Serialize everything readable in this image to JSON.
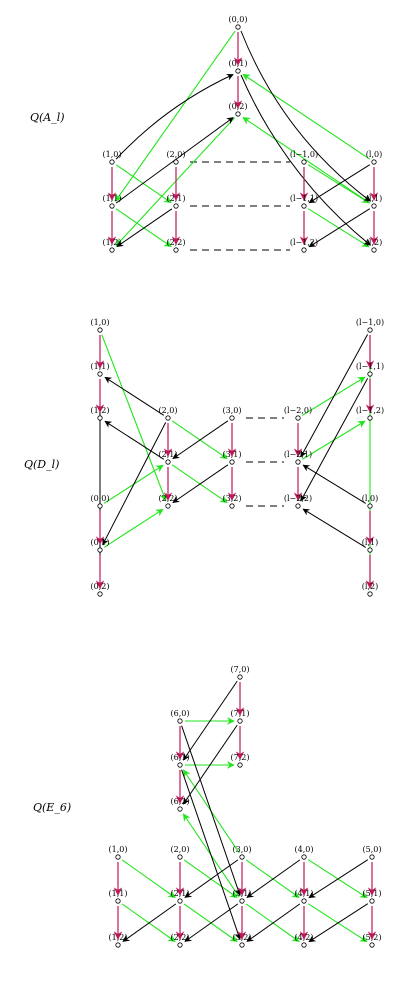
{
  "colors": {
    "vertical": "#c2185b",
    "green": "#22e61c",
    "black": "#000000",
    "dashed": "#000000"
  },
  "quivers": [
    {
      "id": "A",
      "title": "Q(A_l)",
      "nodes": [
        {
          "id": "00",
          "label": "(0,0)"
        },
        {
          "id": "01",
          "label": "(0,1)"
        },
        {
          "id": "02",
          "label": "(0,2)"
        },
        {
          "id": "10",
          "label": "(1,0)"
        },
        {
          "id": "11",
          "label": "(1,1)"
        },
        {
          "id": "12",
          "label": "(1,2)"
        },
        {
          "id": "20",
          "label": "(2,0)"
        },
        {
          "id": "21",
          "label": "(2,1)"
        },
        {
          "id": "22",
          "label": "(2,2)"
        },
        {
          "id": "m0",
          "label": "(l−1,0)"
        },
        {
          "id": "m1",
          "label": "(l−1,1)"
        },
        {
          "id": "m2",
          "label": "(l−1,2)"
        },
        {
          "id": "l0",
          "label": "(l,0)"
        },
        {
          "id": "l1",
          "label": "(l,1)"
        },
        {
          "id": "l2",
          "label": "(l,2)"
        }
      ],
      "vertical": [
        [
          "00",
          "01"
        ],
        [
          "01",
          "02"
        ],
        [
          "10",
          "11"
        ],
        [
          "11",
          "12"
        ],
        [
          "20",
          "21"
        ],
        [
          "21",
          "22"
        ],
        [
          "m0",
          "m1"
        ],
        [
          "m1",
          "m2"
        ],
        [
          "l0",
          "l1"
        ],
        [
          "l1",
          "l2"
        ]
      ],
      "green": [
        [
          "00",
          "11"
        ],
        [
          "02",
          "12"
        ],
        [
          "10",
          "21"
        ],
        [
          "11",
          "22"
        ],
        [
          "l0",
          "01"
        ],
        [
          "l1",
          "02"
        ],
        [
          "m0",
          "l1"
        ],
        [
          "m1",
          "l2"
        ]
      ],
      "black": [
        [
          "10",
          "01"
        ],
        [
          "11",
          "02"
        ],
        [
          "21",
          "12"
        ],
        [
          "00",
          "l1"
        ],
        [
          "01",
          "l2"
        ],
        [
          "l1",
          "m2"
        ],
        [
          "l0",
          "m1"
        ]
      ],
      "dashed": [
        [
          "20",
          "m0"
        ],
        [
          "21",
          "m1"
        ],
        [
          "22",
          "m2"
        ]
      ]
    },
    {
      "id": "D",
      "title": "Q(D_l)",
      "nodes": [
        {
          "id": "10",
          "label": "(1,0)"
        },
        {
          "id": "11",
          "label": "(1,1)"
        },
        {
          "id": "12",
          "label": "(1,2)"
        },
        {
          "id": "20",
          "label": "(2,0)"
        },
        {
          "id": "21",
          "label": "(2,1)"
        },
        {
          "id": "22",
          "label": "(2,2)"
        },
        {
          "id": "00",
          "label": "(0,0)"
        },
        {
          "id": "01",
          "label": "(0,1)"
        },
        {
          "id": "02",
          "label": "(0,2)"
        },
        {
          "id": "30",
          "label": "(3,0)"
        },
        {
          "id": "31",
          "label": "(3,1)"
        },
        {
          "id": "32",
          "label": "(3,2)"
        },
        {
          "id": "a0",
          "label": "(l−2,0)"
        },
        {
          "id": "a1",
          "label": "(l−2,1)"
        },
        {
          "id": "a2",
          "label": "(l−2,2)"
        },
        {
          "id": "b0",
          "label": "(l−1,0)"
        },
        {
          "id": "b1",
          "label": "(l−1,1)"
        },
        {
          "id": "b2",
          "label": "(l−1,2)"
        },
        {
          "id": "c0",
          "label": "(l,0)"
        },
        {
          "id": "c1",
          "label": "(l,1)"
        },
        {
          "id": "c2",
          "label": "(l,2)"
        }
      ],
      "vertical": [
        [
          "10",
          "11"
        ],
        [
          "11",
          "12"
        ],
        [
          "20",
          "21"
        ],
        [
          "21",
          "22"
        ],
        [
          "00",
          "01"
        ],
        [
          "01",
          "02"
        ],
        [
          "30",
          "31"
        ],
        [
          "31",
          "32"
        ],
        [
          "a0",
          "a1"
        ],
        [
          "a1",
          "a2"
        ],
        [
          "b0",
          "b1"
        ],
        [
          "b1",
          "b2"
        ],
        [
          "c0",
          "c1"
        ],
        [
          "c1",
          "c2"
        ]
      ],
      "green": [
        [
          "10",
          "22"
        ],
        [
          "20",
          "31"
        ],
        [
          "21",
          "32"
        ],
        [
          "00",
          "21"
        ],
        [
          "01",
          "22"
        ],
        [
          "a0",
          "b1"
        ],
        [
          "a1",
          "b2"
        ],
        [
          "b0",
          "c2"
        ]
      ],
      "black": [
        [
          "20",
          "11"
        ],
        [
          "21",
          "12"
        ],
        [
          "30",
          "21"
        ],
        [
          "31",
          "22"
        ],
        [
          "11",
          "02"
        ],
        [
          "20",
          "01"
        ],
        [
          "b0",
          "a1"
        ],
        [
          "b1",
          "a2"
        ],
        [
          "c0",
          "a1"
        ],
        [
          "c1",
          "a2"
        ]
      ],
      "dashed": [
        [
          "30",
          "a0"
        ],
        [
          "31",
          "a1"
        ],
        [
          "32",
          "a2"
        ]
      ]
    },
    {
      "id": "E",
      "title": "Q(E_6)",
      "nodes": [
        {
          "id": "70",
          "label": "(7,0)"
        },
        {
          "id": "71",
          "label": "(7,1)"
        },
        {
          "id": "72",
          "label": "(7,2)"
        },
        {
          "id": "60",
          "label": "(6,0)"
        },
        {
          "id": "61",
          "label": "(6,1)"
        },
        {
          "id": "62",
          "label": "(6,2)"
        },
        {
          "id": "10",
          "label": "(1,0)"
        },
        {
          "id": "11",
          "label": "(1,1)"
        },
        {
          "id": "12",
          "label": "(1,2)"
        },
        {
          "id": "20",
          "label": "(2,0)"
        },
        {
          "id": "21",
          "label": "(2,1)"
        },
        {
          "id": "22",
          "label": "(2,2)"
        },
        {
          "id": "30",
          "label": "(3,0)"
        },
        {
          "id": "31",
          "label": "(3,1)"
        },
        {
          "id": "32",
          "label": "(3,2)"
        },
        {
          "id": "40",
          "label": "(4,0)"
        },
        {
          "id": "41",
          "label": "(4,1)"
        },
        {
          "id": "42",
          "label": "(4,2)"
        },
        {
          "id": "50",
          "label": "(5,0)"
        },
        {
          "id": "51",
          "label": "(5,1)"
        },
        {
          "id": "52",
          "label": "(5,2)"
        }
      ],
      "vertical": [
        [
          "70",
          "71"
        ],
        [
          "71",
          "72"
        ],
        [
          "60",
          "61"
        ],
        [
          "61",
          "62"
        ],
        [
          "10",
          "11"
        ],
        [
          "11",
          "12"
        ],
        [
          "20",
          "21"
        ],
        [
          "21",
          "22"
        ],
        [
          "30",
          "31"
        ],
        [
          "31",
          "32"
        ],
        [
          "40",
          "41"
        ],
        [
          "41",
          "42"
        ],
        [
          "50",
          "51"
        ],
        [
          "51",
          "52"
        ]
      ],
      "green": [
        [
          "60",
          "71"
        ],
        [
          "61",
          "72"
        ],
        [
          "10",
          "21"
        ],
        [
          "11",
          "22"
        ],
        [
          "20",
          "31"
        ],
        [
          "21",
          "32"
        ],
        [
          "40",
          "51"
        ],
        [
          "41",
          "52"
        ],
        [
          "30",
          "41"
        ],
        [
          "31",
          "42"
        ],
        [
          "30",
          "61"
        ],
        [
          "31",
          "62"
        ]
      ],
      "black": [
        [
          "70",
          "61"
        ],
        [
          "71",
          "62"
        ],
        [
          "21",
          "12"
        ],
        [
          "31",
          "22"
        ],
        [
          "41",
          "32"
        ],
        [
          "51",
          "42"
        ],
        [
          "30",
          "21"
        ],
        [
          "40",
          "31"
        ],
        [
          "50",
          "41"
        ],
        [
          "60",
          "31"
        ],
        [
          "61",
          "32"
        ]
      ],
      "dashed": []
    }
  ]
}
